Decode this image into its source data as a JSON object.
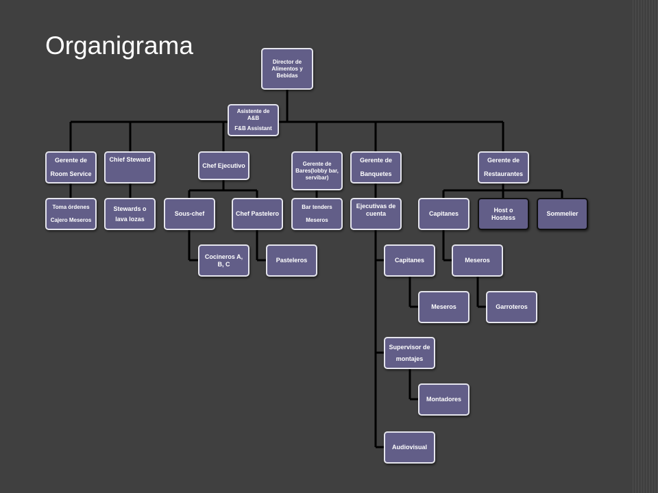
{
  "slide": {
    "title": "Organigrama"
  },
  "chart": {
    "director": "Director de Alimentos y Bebidas",
    "assistant": {
      "line1": "Asistente de A&B",
      "line2": "F&B Assistant"
    },
    "room_service": {
      "label_1": "Gerente de",
      "label_2": "Room Service",
      "sub_1": "Toma órdenes",
      "sub_2": "Cajero Meseros"
    },
    "chief_steward": {
      "label": "Chief Steward",
      "sub": "Stewards o lava lozas"
    },
    "chef_ejecutivo": {
      "label": "Chef Ejecutivo",
      "sous_chef": "Sous-chef",
      "chef_pastelero": "Chef Pastelero",
      "cocineros": "Cocineros A, B, C",
      "pasteleros": "Pasteleros"
    },
    "bares": {
      "label": "Gerente de Bares(lobby bar, servibar)",
      "sub_1": "Bar tenders",
      "sub_2": "Meseros"
    },
    "banquetes": {
      "label_1": "Gerente de",
      "label_2": "Banquetes",
      "ejecutivas": "Ejecutivas de cuenta",
      "capitanes": "Capitanes",
      "meseros": "Meseros",
      "supervisor": "Supervisor de montajes",
      "montadores": "Montadores",
      "audiovisual": "Audiovisual"
    },
    "restaurantes": {
      "label_1": "Gerente de",
      "label_2": "Restaurantes",
      "capitanes": "Capitanes",
      "host": "Host o Hostess",
      "sommelier": "Sommelier",
      "meseros": "Meseros",
      "garroteros": "Garroteros"
    }
  }
}
